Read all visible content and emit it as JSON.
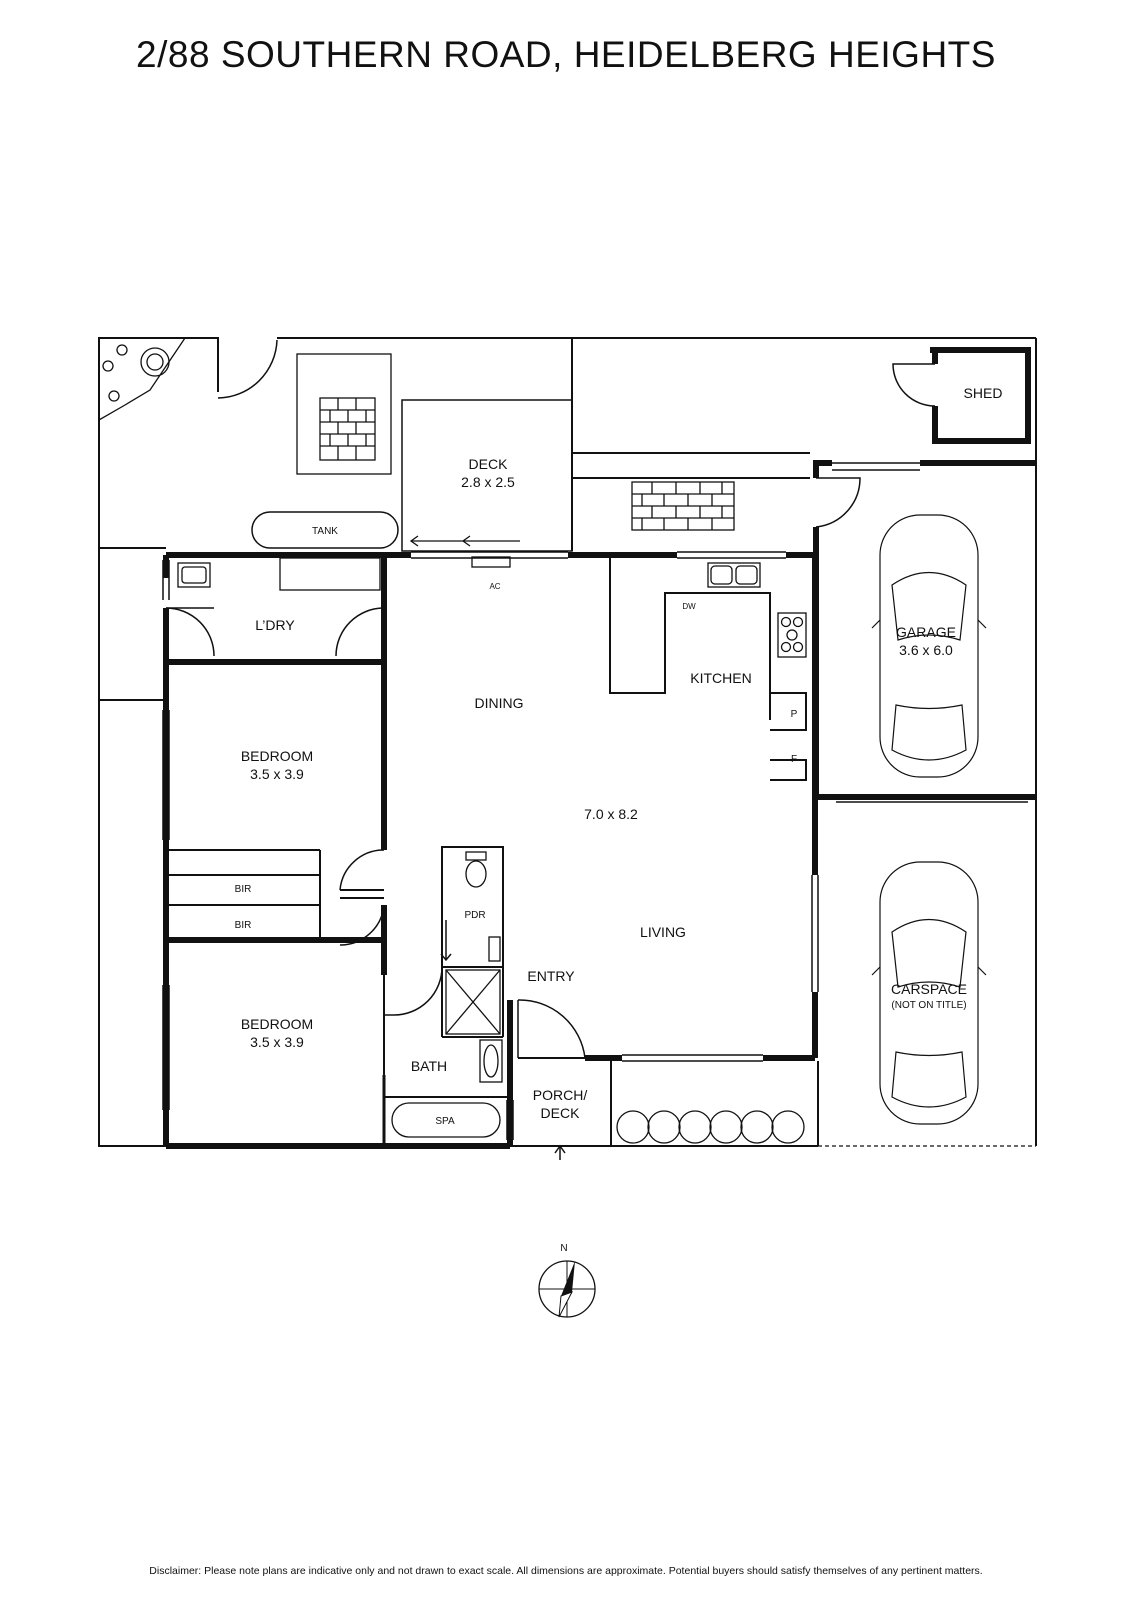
{
  "title": "2/88 SOUTHERN ROAD, HEIDELBERG HEIGHTS",
  "disclaimer": "Disclaimer: Please note plans are indicative only and not drawn to exact scale. All dimensions are approximate. Potential buyers should satisfy themselves of any pertinent matters.",
  "rooms": {
    "deck": {
      "label": "DECK",
      "dims": "2.8 x 2.5"
    },
    "shed": {
      "label": "SHED"
    },
    "tank": {
      "label": "TANK"
    },
    "ac": {
      "label": "AC"
    },
    "dw": {
      "label": "DW"
    },
    "laundry": {
      "label": "L’DRY"
    },
    "dining": {
      "label": "DINING"
    },
    "kitchen": {
      "label": "KITCHEN"
    },
    "pantry": {
      "label": "P"
    },
    "fridge": {
      "label": "F"
    },
    "garage": {
      "label": "GARAGE",
      "dims": "3.6 x 6.0"
    },
    "bedroom1": {
      "label": "BEDROOM",
      "dims": "3.5 x 3.9"
    },
    "living_dining_dims": "7.0 x 8.2",
    "bir1": {
      "label": "BIR"
    },
    "bir2": {
      "label": "BIR"
    },
    "pdr": {
      "label": "PDR"
    },
    "living": {
      "label": "LIVING"
    },
    "entry": {
      "label": "ENTRY"
    },
    "carspace": {
      "label": "CARSPACE",
      "note": "(NOT ON TITLE)"
    },
    "bedroom2": {
      "label": "BEDROOM",
      "dims": "3.5 x 3.9"
    },
    "bath": {
      "label": "BATH"
    },
    "spa": {
      "label": "SPA"
    },
    "porch": {
      "label_line1": "PORCH/",
      "label_line2": "DECK"
    }
  },
  "compass": {
    "label": "N"
  }
}
